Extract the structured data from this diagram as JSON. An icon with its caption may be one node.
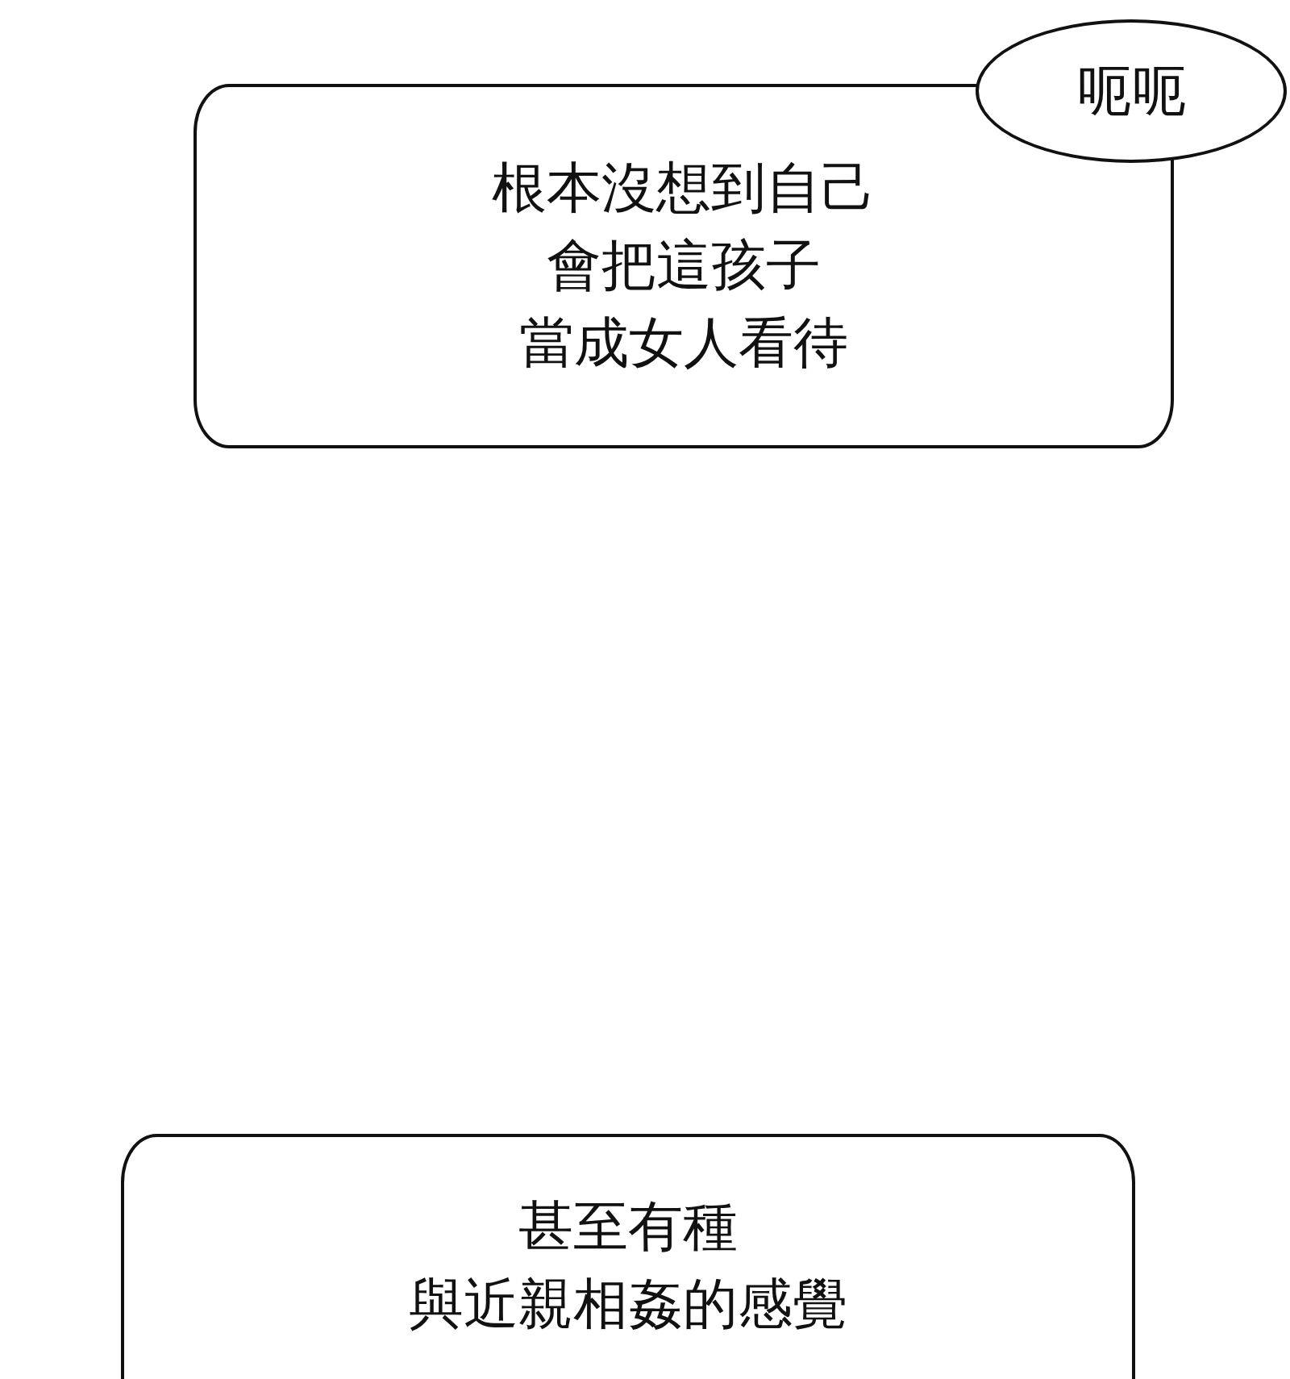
{
  "diagram": {
    "nodes": [
      {
        "text": [
          "根本沒想到自己會把這孩子當成女人看待"
        ]
      },
      {
        "text": [
          "呃呃"
        ]
      },
      {
        "text": [
          "甚至有種與近親相姦的感覺"
        ]
      }
    ]
  }
}
